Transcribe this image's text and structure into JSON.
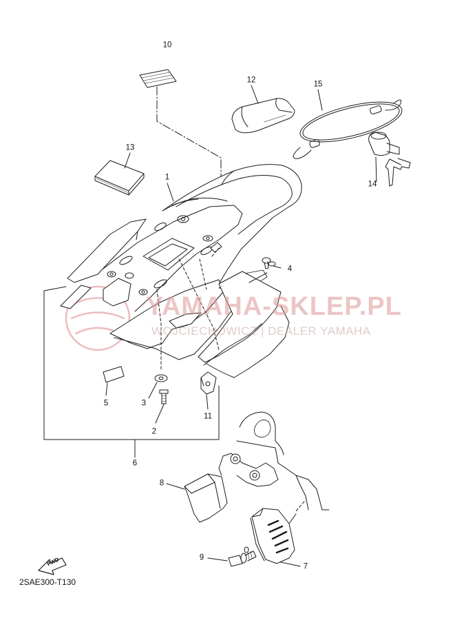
{
  "diagram_code": "2SAE300-T130",
  "watermark": {
    "main": "YAMAHA-SKLEP.PL",
    "sub": "WOJCIECHOWICZ | DEALER YAMAHA",
    "color": "#e07070"
  },
  "fwd_arrow_label": "FWD",
  "callouts": {
    "c1": "1",
    "c2": "2",
    "c3": "3",
    "c4": "4",
    "c5": "5",
    "c6": "6",
    "c7": "7",
    "c8": "8",
    "c9": "9",
    "c10": "10",
    "c11": "11",
    "c12": "12",
    "c13": "13",
    "c14": "14",
    "c15": "15"
  }
}
